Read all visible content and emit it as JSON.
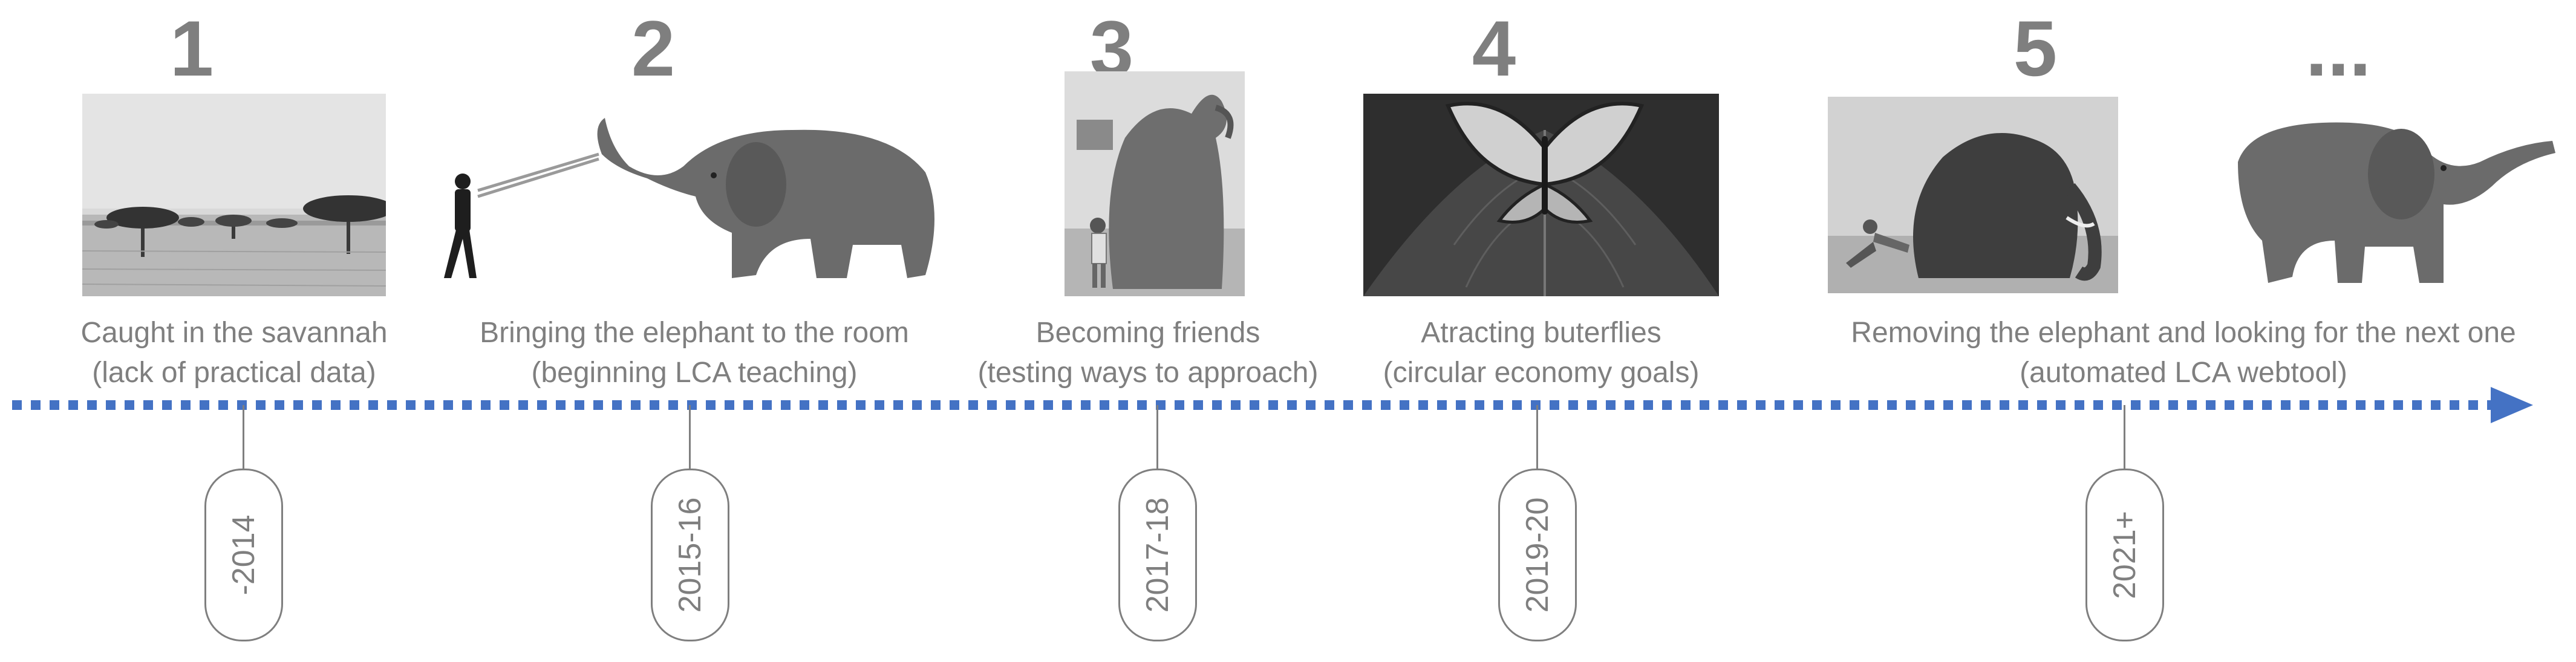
{
  "stages": [
    {
      "number": "1",
      "caption_line1": "Caught in the savannah",
      "caption_line2": "(lack of practical data)",
      "period": "-2014",
      "image": "savannah-photo"
    },
    {
      "number": "2",
      "caption_line1": "Bringing the elephant to the room",
      "caption_line2": "(beginning LCA teaching)",
      "period": "2015-16",
      "image": "man-pulling-elephant-photo"
    },
    {
      "number": "3",
      "caption_line1": "Becoming friends",
      "caption_line2": "(testing ways to approach)",
      "period": "2017-18",
      "image": "child-with-sitting-elephant-photo"
    },
    {
      "number": "4",
      "caption_line1": "Atracting buterflies",
      "caption_line2": "(circular economy goals)",
      "period": "2019-20",
      "image": "butterfly-on-leaf-photo"
    },
    {
      "number": "5",
      "caption_line1": "Removing the elephant and looking for the next one",
      "caption_line2": "(automated LCA webtool)",
      "period": "2021+",
      "image": "child-pushing-elephant-photo"
    },
    {
      "number": "...",
      "image": "elephant-photo"
    }
  ],
  "colors": {
    "text": "#7f7f7f",
    "timeline": "#4472c4"
  },
  "timeline_icon": "arrow-right-icon"
}
